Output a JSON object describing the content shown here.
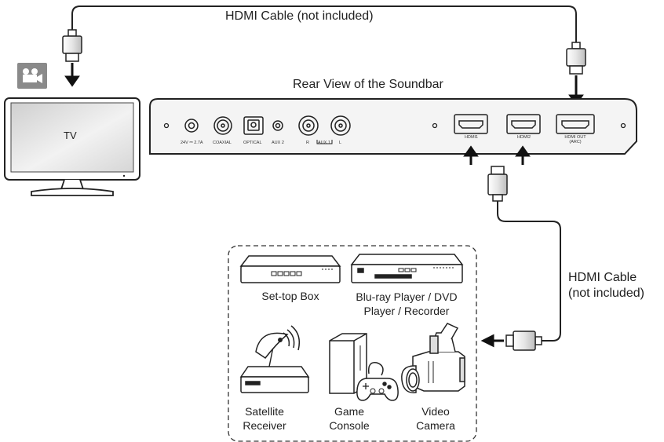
{
  "labels": {
    "top_cable": "HDMI Cable (not included)",
    "rear_view": "Rear View of the Soundbar",
    "tv": "TV",
    "side_cable_line1": "HDMI Cable",
    "side_cable_line2": "(not included)"
  },
  "ports": {
    "dc": "24V ⎓ 2.7A",
    "coaxial": "COAXIAL",
    "optical": "OPTICAL",
    "aux2": "AUX 2",
    "r": "R",
    "aux1": "AUX 1",
    "l": "L",
    "hdmi1": "HDMI1",
    "hdmi2": "HDMI2",
    "hdmi_out_line1": "HDMI OUT",
    "hdmi_out_line2": "(ARC)"
  },
  "devices": {
    "settop": "Set-top Box",
    "bluray_line1": "Blu-ray Player / DVD",
    "bluray_line2": "Player / Recorder",
    "satellite_line1": "Satellite",
    "satellite_line2": "Receiver",
    "game_line1": "Game",
    "game_line2": "Console",
    "video_line1": "Video",
    "video_line2": "Camera"
  },
  "icons": {
    "tv_badge": "video-camera-icon"
  },
  "colors": {
    "stroke": "#222222",
    "panel_fill": "#f4f4f4",
    "badge_bg": "#8a8a8a"
  }
}
